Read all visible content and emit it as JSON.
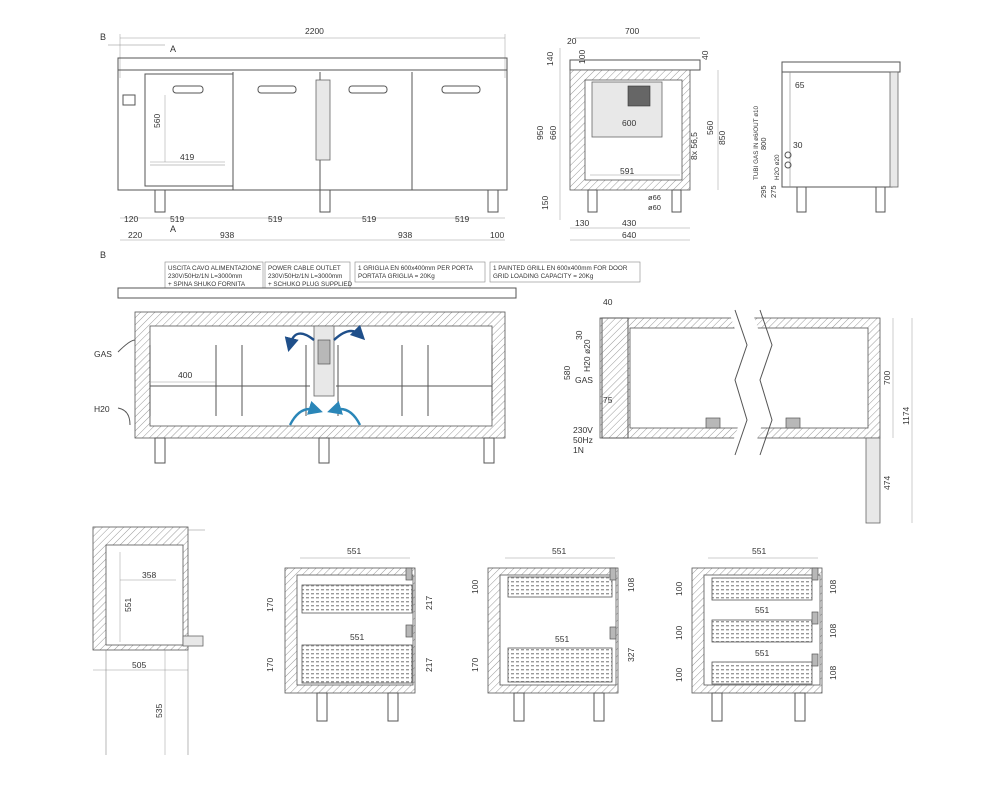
{
  "front": {
    "overall": "2200",
    "section_a": "A",
    "section_b": "B",
    "dim_560": "560",
    "dim_419": "419",
    "dim_120": "120",
    "bays": [
      "519",
      "519",
      "519",
      "519"
    ],
    "dim_220": "220",
    "dim_938a": "938",
    "dim_938b": "938",
    "dim_100": "100"
  },
  "side": {
    "d700": "700",
    "d20": "20",
    "d140": "140",
    "d100": "100",
    "d40": "40",
    "d950": "950",
    "d660": "660",
    "d600": "600",
    "d565": "8x 56,5",
    "d560": "560",
    "d850": "850",
    "d591": "591",
    "d66": "ø66",
    "d60": "ø60",
    "d150": "150",
    "d130": "130",
    "d430": "430",
    "d640": "640"
  },
  "utility": {
    "d65": "65",
    "d800": "800",
    "d30": "30",
    "d295": "295",
    "d275": "275",
    "tubi": "TUBI GAS IN ø6/OUT ø10",
    "h2o": "H2O ø20"
  },
  "notes": [
    {
      "lines": [
        "USCITA CAVO ALIMENTAZIONE",
        "230V/50Hz/1N L=3000mm",
        "+ SPINA SHUKO FORNITA"
      ]
    },
    {
      "lines": [
        "POWER CABLE OUTLET",
        "230V/50Hz/1N L=3000mm",
        "+ SCHUKO PLUG SUPPLIED"
      ]
    },
    {
      "lines": [
        "1 GRIGLIA EN 600x400mm PER PORTA",
        "PORTATA GRIGLIA = 20Kg"
      ]
    },
    {
      "lines": [
        "1 PAINTED GRILL EN 600x400mm FOR DOOR",
        "GRID LOADING CAPACITY = 20Kg"
      ]
    }
  ],
  "plan": {
    "gas": "GAS",
    "h2o": "H20",
    "d400": "400"
  },
  "section": {
    "d40": "40",
    "d30": "30",
    "d20": "H20 ø20",
    "d580": "580",
    "gas": "GAS",
    "d75": "75",
    "power": [
      "230V",
      "50Hz",
      "1N"
    ],
    "d700": "700",
    "d1174": "1174",
    "d474": "474"
  },
  "drawer_plan": {
    "d358": "358",
    "d551": "551",
    "d505": "505",
    "d535": "535"
  },
  "drawer2": {
    "w": "551",
    "w2": "551",
    "h1": "170",
    "h2": "170",
    "r1": "217",
    "r2": "217"
  },
  "drawer3": {
    "w": "551",
    "w2": "551",
    "h1": "100",
    "h2": "170",
    "r1": "108",
    "r2": "327"
  },
  "drawer4": {
    "w": "551",
    "w2": "551",
    "w3": "551",
    "h": [
      "100",
      "100",
      "100"
    ],
    "r": [
      "108",
      "108",
      "108"
    ]
  },
  "colors": {
    "line": "#555555",
    "hatch": "#9a9a9a",
    "airflow": "#2a86b8",
    "airflow_dark": "#1f4f8a"
  }
}
